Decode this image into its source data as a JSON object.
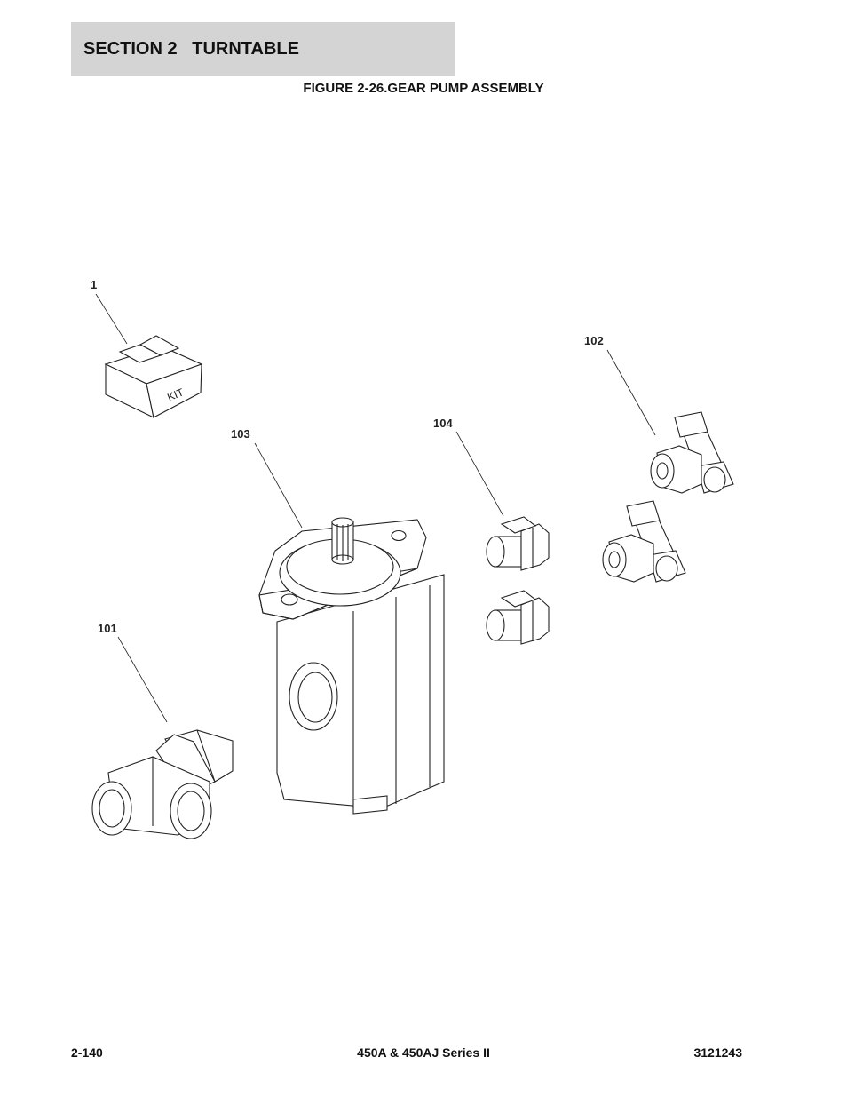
{
  "header": {
    "section_label": "SECTION 2   TURNTABLE"
  },
  "figure": {
    "title": "FIGURE 2-26.GEAR PUMP ASSEMBLY",
    "kit_label": "KIT",
    "callouts": {
      "kit": "1",
      "tee_fitting_large": "101",
      "tee_fitting_small": "102",
      "gear_pump": "103",
      "adapter_fitting": "104"
    }
  },
  "footer": {
    "page_number": "2-140",
    "model": "450A & 450AJ Series II",
    "part_number": "3121243"
  }
}
